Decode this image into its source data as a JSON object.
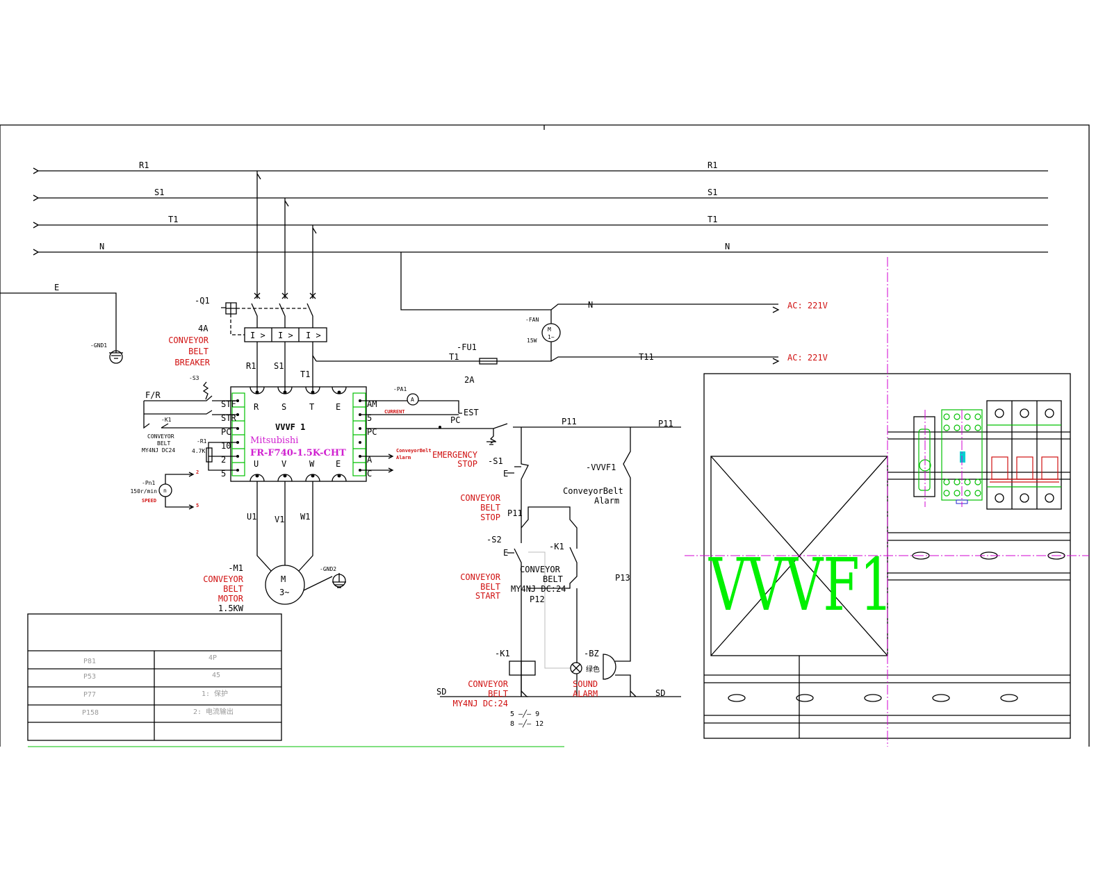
{
  "buses": {
    "r": "R1",
    "s": "S1",
    "t": "T1",
    "n": "N",
    "e": "E"
  },
  "breaker": {
    "tag": "-Q1",
    "rating": "4A",
    "cell": "I >",
    "name": [
      "CONVEYOR",
      "BELT",
      "BREAKER"
    ],
    "out": [
      "R1",
      "S1",
      "T1"
    ]
  },
  "ground1": "-GND1",
  "ground2": "-GND2",
  "fan": {
    "tag": "-FAN",
    "power": "15W",
    "symbol": "M",
    "phase": "1~",
    "n": "N",
    "t": "T11",
    "out1": "AC: 221V",
    "out2": "AC: 221V"
  },
  "fuse": {
    "tag": "-FU1",
    "line": "T1",
    "rating": "2A"
  },
  "vfd": {
    "tag": "VVVF 1",
    "brand": "Mitsubishi",
    "model": "FR-F740-1.5K-CHT",
    "top": [
      "R",
      "S",
      "T",
      "E"
    ],
    "bottom": [
      "U",
      "V",
      "W",
      "E"
    ],
    "left": [
      "STF",
      "STR",
      "PC",
      "10",
      "2",
      "5"
    ],
    "right": [
      "AM",
      "5",
      "PC",
      "",
      "A",
      "C"
    ]
  },
  "inputs": {
    "fr": "F/R",
    "s3": "-S3",
    "k1": "-K1",
    "k1_note": [
      "CONVEYOR",
      "BELT",
      "MY4NJ DC24"
    ],
    "r1": "-R1",
    "r1_val": "4.7K",
    "pn1": "-Pn1",
    "pn1_val": "150r/min",
    "pn1_sym": "n",
    "speed": "SPEED",
    "t2": "2",
    "t5": "5"
  },
  "meter": {
    "tag": "-PA1",
    "sym": "A",
    "current": "CURRENT",
    "alarm": [
      "ConveyorBelt",
      "Alarm"
    ]
  },
  "motor": {
    "tag": "-M1",
    "sym": "M",
    "phase": "3~",
    "name": [
      "CONVEYOR",
      "BELT",
      "MOTOR"
    ],
    "power": "1.5KW",
    "wires": [
      "U1",
      "V1",
      "W1"
    ]
  },
  "control": {
    "est": "EST",
    "pc": "PC",
    "p11": "P11",
    "p11b": "P11",
    "p11c": "P11",
    "p12": "P12",
    "p13": "P13",
    "sd": "SD",
    "sd2": "SD",
    "estop": [
      "EMERGENCY",
      "STOP"
    ],
    "s1": "-S1",
    "e": "E",
    "stop": [
      "CONVEYOR",
      "BELT",
      "STOP"
    ],
    "s2": "-S2",
    "start": [
      "CONVEYOR",
      "BELT",
      "START"
    ],
    "k1": "-K1",
    "k1note": [
      "CONVEYOR",
      "BELT",
      "MY4NJ DC:24"
    ],
    "vvvf1": "-VVVF1",
    "alarm": [
      "ConveyorBelt",
      "Alarm"
    ],
    "bz": "-BZ",
    "lamp": "绿色",
    "sound": [
      "SOUND",
      "ALARM"
    ],
    "coil": [
      "CONVEYOR",
      "BELT",
      "MY4NJ DC:24"
    ],
    "contacts": [
      "5 —╱— 9",
      "8 —╱— 12"
    ]
  },
  "table": {
    "rows": [
      [
        "P81",
        "4P"
      ],
      [
        "P53",
        "45"
      ],
      [
        "P77",
        "1: 保护"
      ],
      [
        "P158",
        "2: 电流输出"
      ],
      [
        "",
        ""
      ]
    ]
  },
  "panel": {
    "label": "VVVF1"
  },
  "colors": {
    "wire": "#000000",
    "label": "#d01010",
    "terminal": "#00c000",
    "model": "#d020d0",
    "centerline": "#d000d0"
  }
}
